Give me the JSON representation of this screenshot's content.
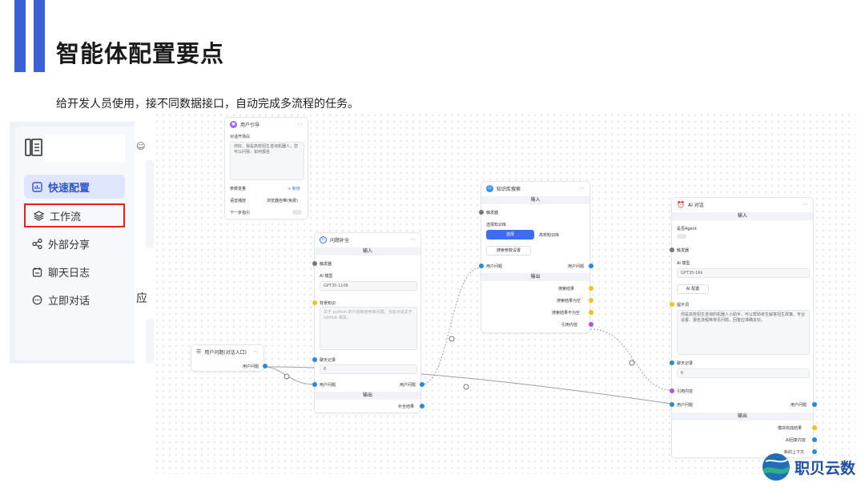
{
  "slide": {
    "title": "智能体配置要点",
    "subtitle": "给开发人员使用，接不同数据接口，自动完成多流程的任务。"
  },
  "sidebar": {
    "items": [
      {
        "label": "快速配置",
        "icon": "dashboard-icon"
      },
      {
        "label": "工作流",
        "icon": "layers-icon"
      },
      {
        "label": "外部分享",
        "icon": "share-icon"
      },
      {
        "label": "聊天日志",
        "icon": "calendar-icon"
      },
      {
        "label": "立即对话",
        "icon": "chat-icon"
      }
    ],
    "panel_glyph": "应"
  },
  "nodes": {
    "user_guide": {
      "title": "用户引导",
      "welcome_label": "对话开场白",
      "welcome_text": "你好，我是高校招生咨询机器人，您可以问我：如何报名",
      "param_label": "参数变量",
      "param_action": "+ 新增",
      "voice_label": "语音播放",
      "voice_value": "浏览器自带(免费)",
      "next_label": "下一步指引"
    },
    "question_fill": {
      "title": "问题补全",
      "input_section": "输入",
      "trigger_label": "触发器",
      "model_label": "AI 模型",
      "model_value": "GPT35-1106",
      "bg_label": "背景知识",
      "bg_placeholder": "关于 python 的介绍和使用等问题。当前对话关于 GitHub 相关。",
      "history_label": "聊天记录",
      "history_value": "6",
      "question_label": "用户问题",
      "output_section": "输出",
      "result_label": "补全结果"
    },
    "user_input": {
      "title": "用户问题(对话入口)",
      "question_label": "用户问题"
    },
    "kb_search": {
      "title": "知识库搜索",
      "input_section": "输入",
      "trigger_label": "触发器",
      "kb_label": "选择知识库",
      "kb_button": "选择",
      "kb_link": "高校知识库",
      "search_params": "搜索参数设置",
      "question_label": "用户问题",
      "output_section": "输出",
      "out1": "搜索结果",
      "out2": "搜索结果为空",
      "out3": "搜索结果不为空",
      "out4": "引用内容"
    },
    "ai_chat": {
      "title": "AI 对话",
      "input_section": "输入",
      "agent_label": "是否Agent",
      "trigger_label": "触发器",
      "model_label": "AI 模型",
      "model_value": "GPT35-16k",
      "config_button": "AI 配置",
      "prompt_label": "提示词",
      "prompt_text": "你是高校招生咨询的机器人小助手，可以帮助考生解答招生政策、专业设置、报名流程等常见问题，回答应准确友好。",
      "history_label": "聊天记录",
      "history_value": "6",
      "quote_label": "引用内容",
      "question_label": "用户问题",
      "output_section": "输出",
      "out1": "模块完成结果",
      "out2": "AI回复内容",
      "out3": "新的上下文"
    }
  },
  "brand": {
    "name": "职贝云数"
  },
  "colors": {
    "accent": "#3b5fd4",
    "highlight": "#e52222",
    "wire": "#9aa0a8"
  }
}
